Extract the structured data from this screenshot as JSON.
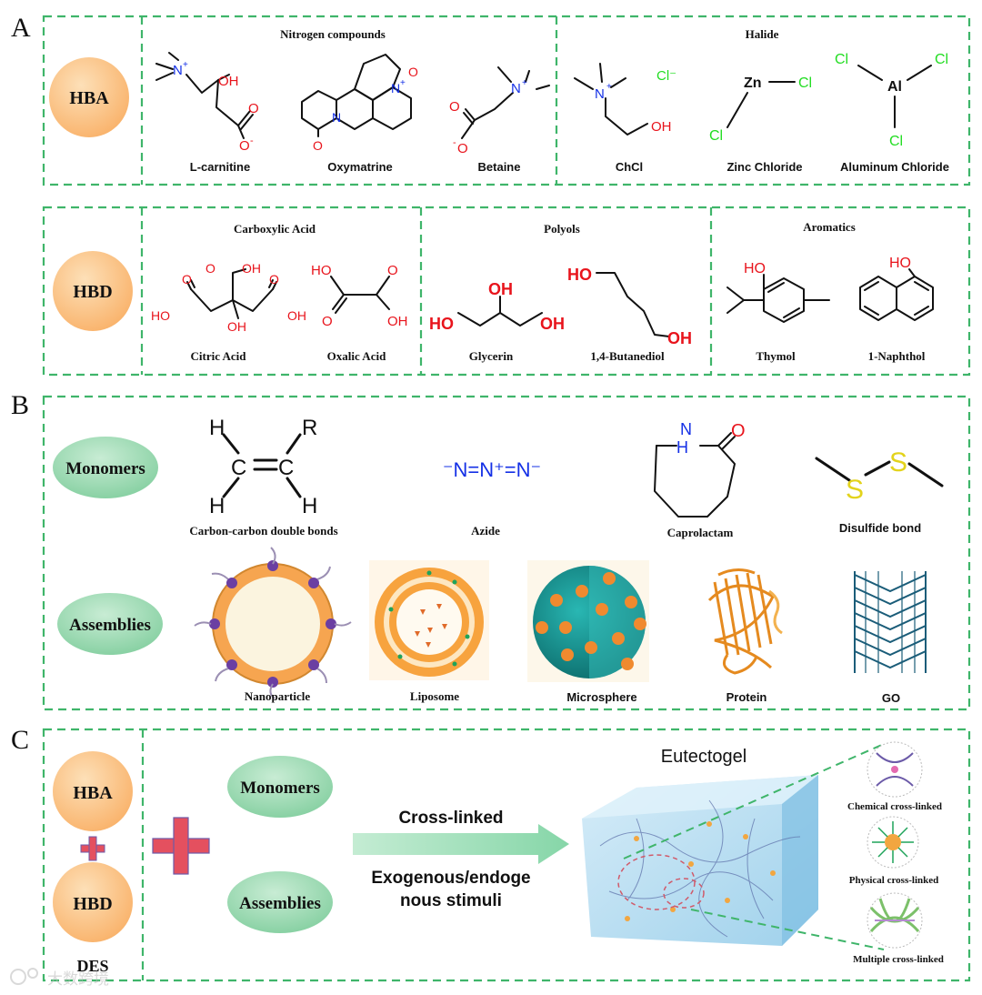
{
  "panel_letters": {
    "a": "A",
    "b": "B",
    "c": "C"
  },
  "hba": {
    "badge": "HBA",
    "groups": {
      "nitrogen": "Nitrogen compounds",
      "halide": "Halide"
    },
    "items": [
      "L-carnitine",
      "Oxymatrine",
      "Betaine",
      "ChCl",
      "Zinc Chloride",
      "Aluminum Chloride"
    ]
  },
  "hbd": {
    "badge": "HBD",
    "groups": {
      "carboxylic": "Carboxylic Acid",
      "polyols": "Polyols",
      "aromatics": "Aromatics"
    },
    "items": [
      "Citric Acid",
      "Oxalic Acid",
      "Glycerin",
      "1,4-Butanediol",
      "Thymol",
      "1-Naphthol"
    ]
  },
  "panel_b": {
    "monomers_badge": "Monomers",
    "assemblies_badge": "Assemblies",
    "monomers": [
      "Carbon-carbon double bonds",
      "Azide",
      "Caprolactam",
      "Disulfide bond"
    ],
    "assemblies": [
      "Nanoparticle",
      "Liposome",
      "Microsphere",
      "Protein",
      "GO"
    ]
  },
  "panel_c": {
    "hba": "HBA",
    "hbd": "HBD",
    "des": "DES",
    "monomers": "Monomers",
    "assemblies": "Assemblies",
    "arrow_top": "Cross-linked",
    "arrow_bottom_1": "Exogenous/endoge",
    "arrow_bottom_2": "nous stimuli",
    "gel_title": "Eutectogel",
    "crosslinks": [
      "Chemical cross-linked",
      "Physical cross-linked",
      "Multiple cross-linked"
    ]
  },
  "chem": {
    "nme3": "N",
    "plus": "+",
    "oh": "OH",
    "ho": "HO",
    "o": "O",
    "ominus": "O",
    "minus": "-",
    "n": "N",
    "cl": "Cl",
    "cl_minus": "Cl⁻",
    "zn": "Zn",
    "al": "Al",
    "h": "H",
    "r": "R",
    "c": "C",
    "s": "S",
    "azide": "⁻N=N⁺=N⁻"
  },
  "watermark": "大数跨境",
  "colors": {
    "dash_green": "#3fb56a",
    "badge_orange": "#fbc78b",
    "badge_green": "#9fdab2",
    "plus_red": "#e4505f",
    "arrow_green": "#a8e2bf"
  }
}
